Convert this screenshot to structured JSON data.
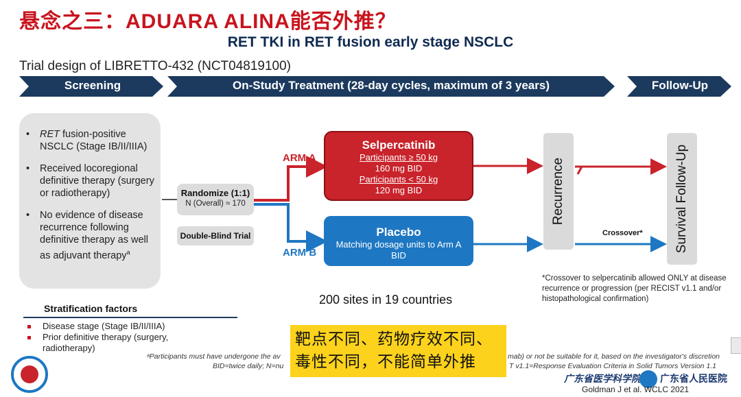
{
  "title_cn": "悬念之三：ADUARA ALINA能否外推？",
  "subtitle": "RET TKI in RET fusion early stage NSCLC",
  "trial_design": "Trial design of LIBRETTO-432 (NCT04819100)",
  "banners": {
    "screening": "Screening",
    "treatment": "On-Study Treatment (28-day cycles, maximum of 3 years)",
    "followup": "Follow-Up"
  },
  "eligibility": [
    {
      "em": "RET",
      "text": " fusion-positive NSCLC (Stage IB/II/IIIA)"
    },
    {
      "em": "",
      "text": "Received locoregional definitive therapy (surgery or radiotherapy)"
    },
    {
      "em": "",
      "text": "No evidence of disease recurrence following definitive therapy as well as adjuvant therapy",
      "sup": "a"
    }
  ],
  "randomize": {
    "title": "Randomize (1:1)",
    "n": "N (Overall) ≈ 170",
    "blind": "Double-Blind Trial"
  },
  "arm_a": {
    "label": "ARM A",
    "drug": "Selpercatinib",
    "line1": "Participants ≥ 50 kg",
    "line2": "160 mg BID",
    "line3": "Participants < 50 kg",
    "line4": "120 mg BID"
  },
  "arm_b": {
    "label": "ARM B",
    "drug": "Placebo",
    "line1": "Matching dosage units to Arm A",
    "line2": "BID"
  },
  "recurrence": "Recurrence",
  "survival": "Survival Follow-Up",
  "crossover": "Crossover*",
  "crossover_note": "*Crossover to selpercatinib allowed ONLY at disease recurrence or progression (per RECIST v1.1 and/or histopathological confirmation)",
  "sites": "200 sites in 19 countries",
  "stratification": {
    "title": "Stratification factors",
    "items": [
      "Disease stage (Stage IB/II/IIIA)",
      "Prior definitive therapy (surgery, radiotherapy)"
    ]
  },
  "footnotes": {
    "f1a": "ᵃParticipants must have undergone the av",
    "f1b": "mab) or not be suitable for it, based on the investigator's discretion",
    "f2a": "BID=twice daily; N=nu",
    "f2b": "T v1.1=Response Evaluation Criteria in Solid Tumors Version 1.1"
  },
  "overlay_cn": {
    "line1": "靶点不同、药物疗效不同、",
    "line2": "毒性不同，不能简单外推"
  },
  "orgs": {
    "org1": "广东省医学科学院",
    "org2": "广东省人民医院"
  },
  "citation": "Goldman J et al. WCLC 2021",
  "colors": {
    "navy": "#1c3a5e",
    "red": "#c9232b",
    "blue": "#1e77c2",
    "yellow": "#fcd21c"
  }
}
